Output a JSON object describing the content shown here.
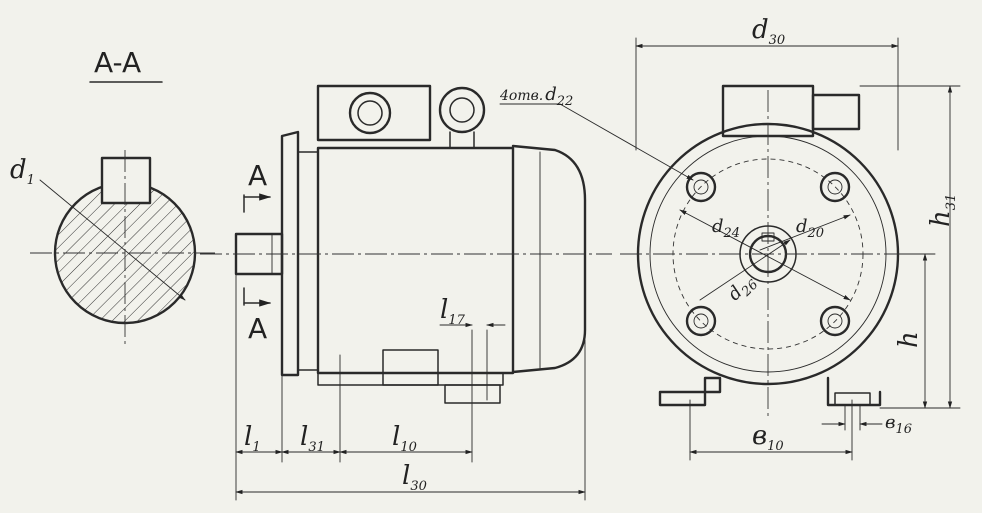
{
  "section": {
    "title": "A-A",
    "arrow_letter_top": "A",
    "arrow_letter_bottom": "A"
  },
  "dims": {
    "d1": {
      "main": "d",
      "sub": "1"
    },
    "d30": {
      "main": "d",
      "sub": "30"
    },
    "d22": {
      "prefix": "4отв.",
      "main": "d",
      "sub": "22"
    },
    "d24": {
      "main": "d",
      "sub": "24"
    },
    "d20": {
      "main": "d",
      "sub": "20"
    },
    "d26": {
      "main": "d",
      "sub": "26"
    },
    "h31": {
      "main": "h",
      "sub": "31"
    },
    "h": {
      "main": "h",
      "sub": ""
    },
    "l1": {
      "main": "l",
      "sub": "1"
    },
    "l31": {
      "main": "l",
      "sub": "31"
    },
    "l10": {
      "main": "l",
      "sub": "10"
    },
    "l17": {
      "main": "l",
      "sub": "17"
    },
    "l30": {
      "main": "l",
      "sub": "30"
    },
    "b10": {
      "main": "в",
      "sub": "10"
    },
    "b16": {
      "main": "в",
      "sub": "16"
    }
  }
}
